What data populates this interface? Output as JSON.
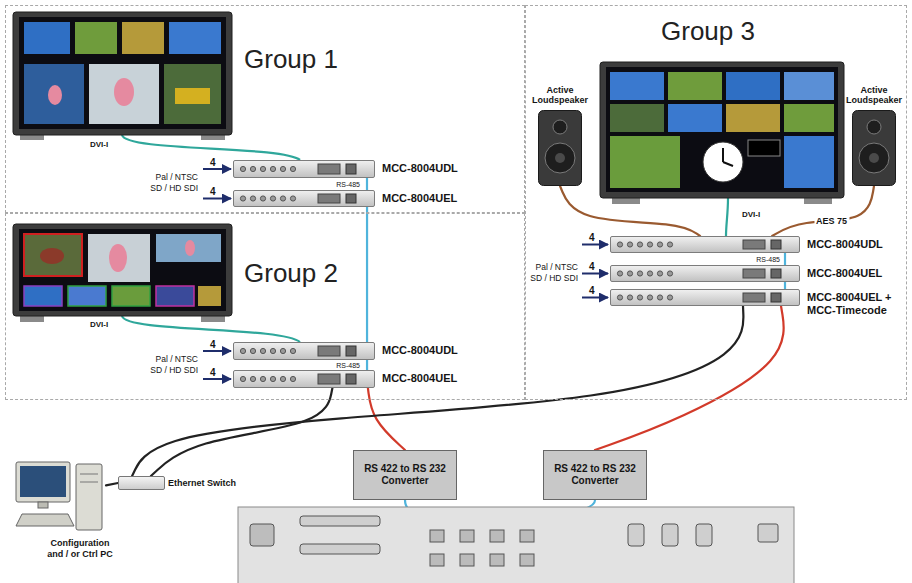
{
  "diagram": {
    "nodes": [
      {
        "text": [
          "Group 1"
        ]
      },
      {
        "text": [
          "MCC-8004UDL"
        ],
        "in": 0
      },
      {
        "text": [
          "MCC-8004UEL"
        ],
        "in": 0
      },
      {
        "text": [
          "Group 3"
        ]
      },
      {
        "text": [
          "Active Loudspeaker"
        ],
        "in": 3
      },
      {
        "text": [
          "Active Loudspeaker"
        ],
        "in": 3
      },
      {
        "text": [
          "MCC-8004UDL"
        ],
        "in": 3
      },
      {
        "text": [
          "MCC-8004UEL"
        ],
        "in": 3
      },
      {
        "text": [
          "MCC-8004UEL + MCC-Timecode"
        ],
        "in": 3
      },
      {
        "text": [
          "Group 2"
        ]
      },
      {
        "text": [
          "MCC-8004UDL"
        ],
        "in": 9
      },
      {
        "text": [
          "MCC-8004UEL"
        ],
        "in": 9
      },
      {
        "text": [
          "RS 422 to RS 232 Converter"
        ]
      },
      {
        "text": [
          "RS 422 to RS 232 Converter"
        ]
      },
      {
        "text": [
          "Ethernet Switch"
        ]
      },
      {
        "text": [
          "Configuration and / or Ctrl PC"
        ]
      }
    ],
    "edges": [
      {
        "from": 2,
        "to": 11,
        "arrow": "none"
      },
      {
        "from": 11,
        "to": 12,
        "arrow": "none"
      },
      {
        "from": 8,
        "to": 13,
        "arrow": "none"
      },
      {
        "from": 11,
        "to": 14,
        "arrow": "none"
      },
      {
        "from": 8,
        "to": 14,
        "arrow": "none"
      },
      {
        "from": 15,
        "to": 14,
        "arrow": "none"
      },
      {
        "from": 4,
        "to": 6,
        "arrow": "none"
      },
      {
        "from": 5,
        "to": 6,
        "label": "AES 75",
        "arrow": "none"
      }
    ],
    "labels": [
      "DVI-I",
      "Pal / NTSC SD / HD SDI",
      "4",
      "4",
      "RS-485",
      "DVI-I",
      "Pal / NTSC SD / HD SDI",
      "4",
      "4",
      "4",
      "RS-485",
      "DVI-I",
      "Pal / NTSC SD / HD SDI",
      "4",
      "4",
      "RS-485"
    ]
  }
}
